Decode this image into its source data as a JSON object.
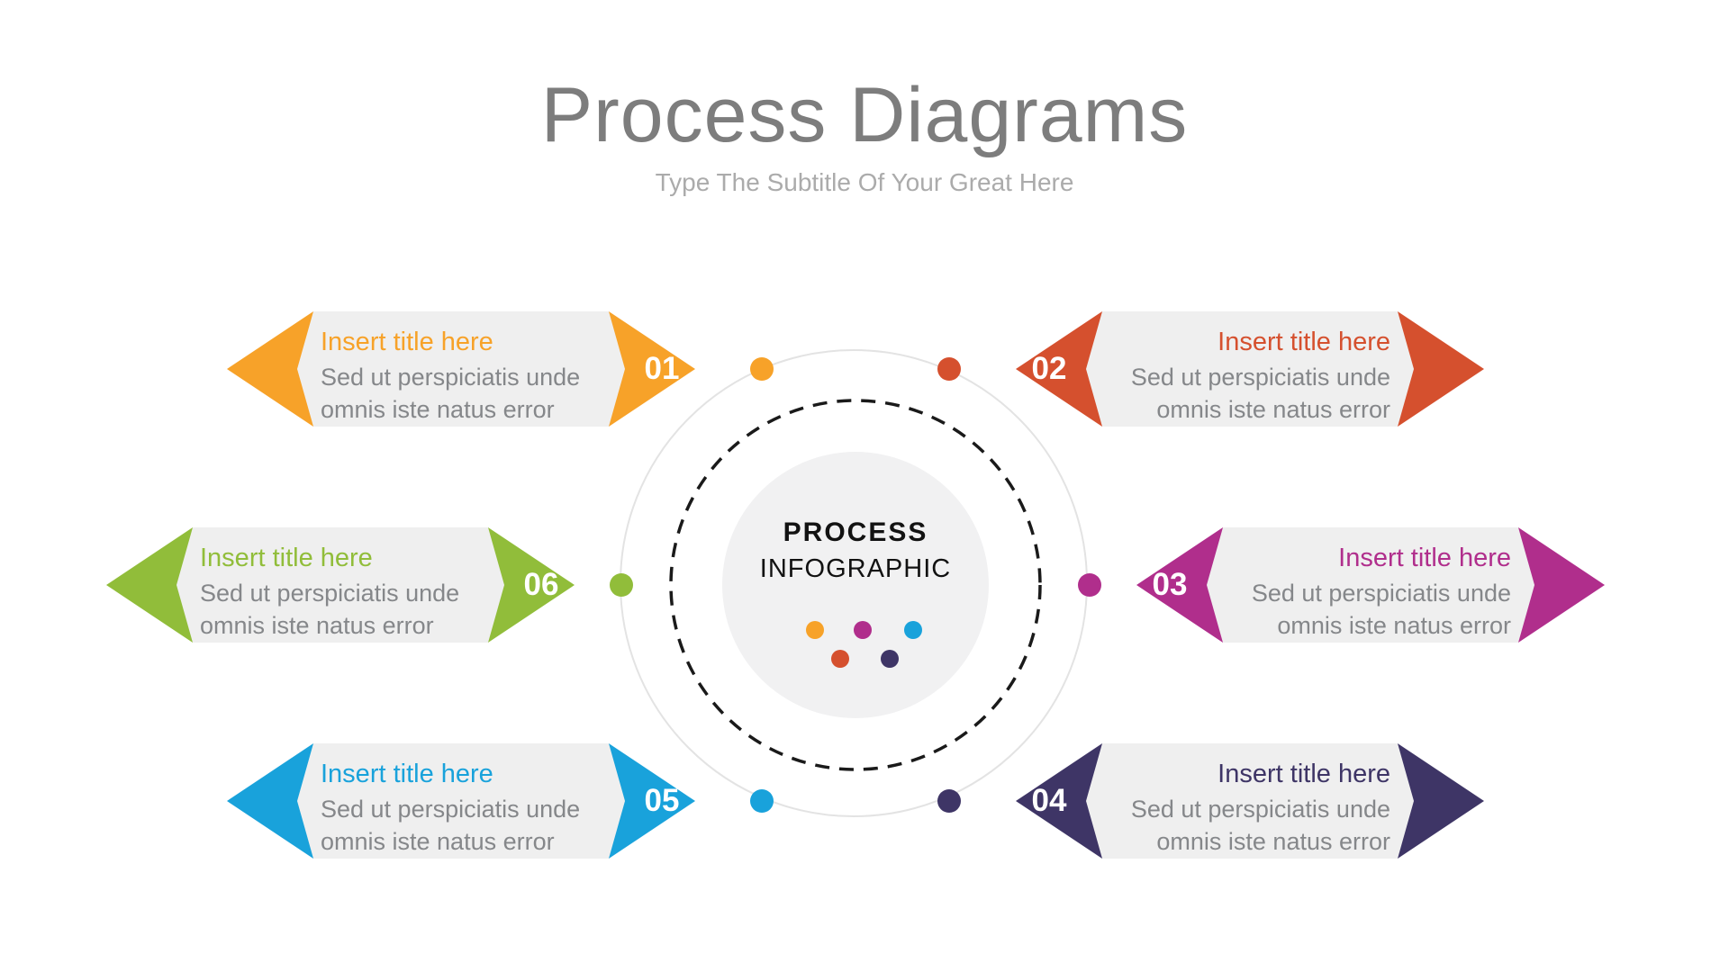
{
  "page": {
    "title": "Process Diagrams",
    "subtitle": "Type The Subtitle Of Your Great Here"
  },
  "center": {
    "line1": "PROCESS",
    "line2": "INFOGRAPHIC"
  },
  "colors": {
    "orange": "#f7a229",
    "red": "#d5502e",
    "magenta": "#b02e8c",
    "navy": "#3e3566",
    "blue": "#19a2db",
    "green": "#91bd3a",
    "bar_bg": "#efefef",
    "desc_text": "#85878a",
    "title_text": "#7d7d7d",
    "subtitle_text": "#ababab",
    "ring_line": "#e3e3e3",
    "dashed_line": "#1a1a1a",
    "center_fill": "#f1f1f2"
  },
  "steps": [
    {
      "number": "01",
      "title": "Insert title here",
      "description": "Sed ut perspiciatis unde omnis iste natus error",
      "color": "#f7a229",
      "side": "left"
    },
    {
      "number": "02",
      "title": "Insert title here",
      "description": "Sed ut perspiciatis unde omnis iste natus error",
      "color": "#d5502e",
      "side": "right"
    },
    {
      "number": "03",
      "title": "Insert title here",
      "description": "Sed ut perspiciatis unde omnis iste natus error",
      "color": "#b02e8c",
      "side": "right"
    },
    {
      "number": "04",
      "title": "Insert title here",
      "description": "Sed ut perspiciatis unde omnis iste natus error",
      "color": "#3e3566",
      "side": "right"
    },
    {
      "number": "05",
      "title": "Insert title here",
      "description": "Sed ut perspiciatis unde omnis iste natus error",
      "color": "#19a2db",
      "side": "left"
    },
    {
      "number": "06",
      "title": "Insert title here",
      "description": "Sed ut perspiciatis unde omnis iste natus error",
      "color": "#91bd3a",
      "side": "left"
    }
  ],
  "center_dots": [
    {
      "color": "#f7a229"
    },
    {
      "color": "#b02e8c"
    },
    {
      "color": "#19a2db"
    },
    {
      "color": "#d5502e"
    },
    {
      "color": "#3e3566"
    }
  ]
}
